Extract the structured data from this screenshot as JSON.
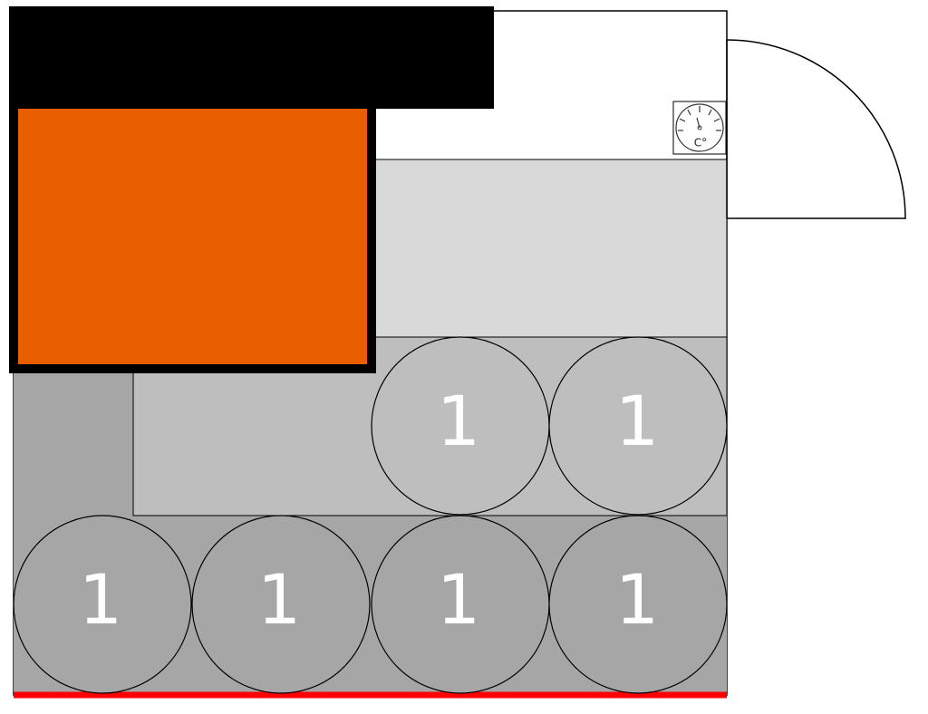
{
  "colors": {
    "room_outline": "#000000",
    "black_block": "#000000",
    "orange_block": "#E95E00",
    "light_zone": "#D9D9D9",
    "mid_zone": "#BEBEBE",
    "dark_zone": "#A6A6A6",
    "red_edge": "#FF0000",
    "circle_label": "#FFFFFF"
  },
  "thermometer": {
    "icon": "thermometer-dial-icon",
    "label": "C°"
  },
  "door": {
    "icon": "door-swing-arc"
  },
  "circles": [
    {
      "row": "middle",
      "label": "1"
    },
    {
      "row": "middle",
      "label": "1"
    },
    {
      "row": "bottom",
      "label": "1"
    },
    {
      "row": "bottom",
      "label": "1"
    },
    {
      "row": "bottom",
      "label": "1"
    },
    {
      "row": "bottom",
      "label": "1"
    }
  ]
}
